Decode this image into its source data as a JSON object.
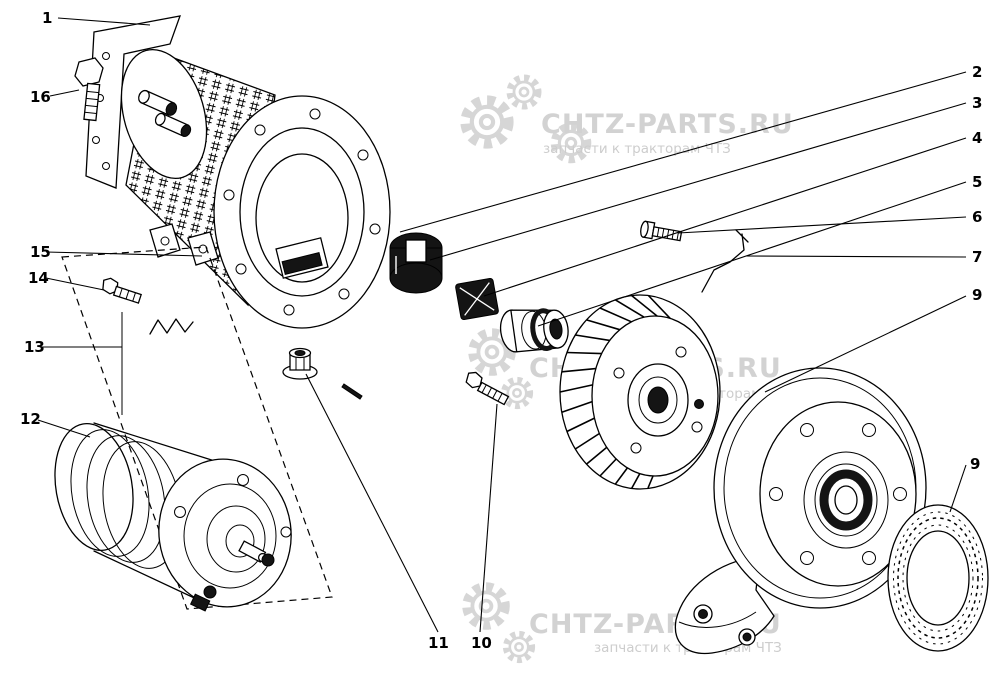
{
  "callouts": {
    "c1": "1",
    "c2": "2",
    "c3": "3",
    "c4": "4",
    "c5": "5",
    "c6": "6",
    "c7": "7",
    "c9_top": "9",
    "c9_bottom": "9",
    "c10": "10",
    "c11": "11",
    "c12": "12",
    "c13": "13",
    "c14": "14",
    "c15": "15",
    "c16": "16"
  },
  "watermark": {
    "brand": "CHTZ-PARTS.RU",
    "tagline": "запчасти к тракторам ЧТЗ"
  },
  "colors": {
    "line": "#000000",
    "fill_dark": "#141414",
    "watermark": "#d2d2d2",
    "background": "#ffffff"
  }
}
